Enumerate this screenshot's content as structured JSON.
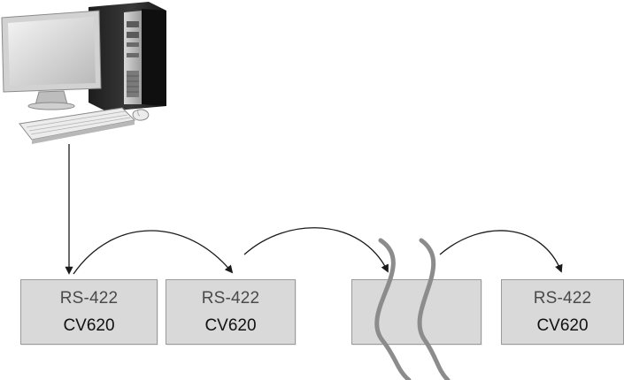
{
  "devices": [
    {
      "protocol": "RS-422",
      "model": "CV620"
    },
    {
      "protocol": "RS-422",
      "model": "CV620"
    },
    {
      "protocol": "",
      "model": ""
    },
    {
      "protocol": "RS-422",
      "model": "CV620"
    }
  ],
  "colors": {
    "box_fill": "#d9d9d9",
    "box_border": "#9a9a9a",
    "arrow": "#1a1a1a",
    "break_symbol": "#8c8c8c"
  },
  "icons": [
    "desktop-computer-icon",
    "keyboard-icon",
    "mouse-icon"
  ]
}
